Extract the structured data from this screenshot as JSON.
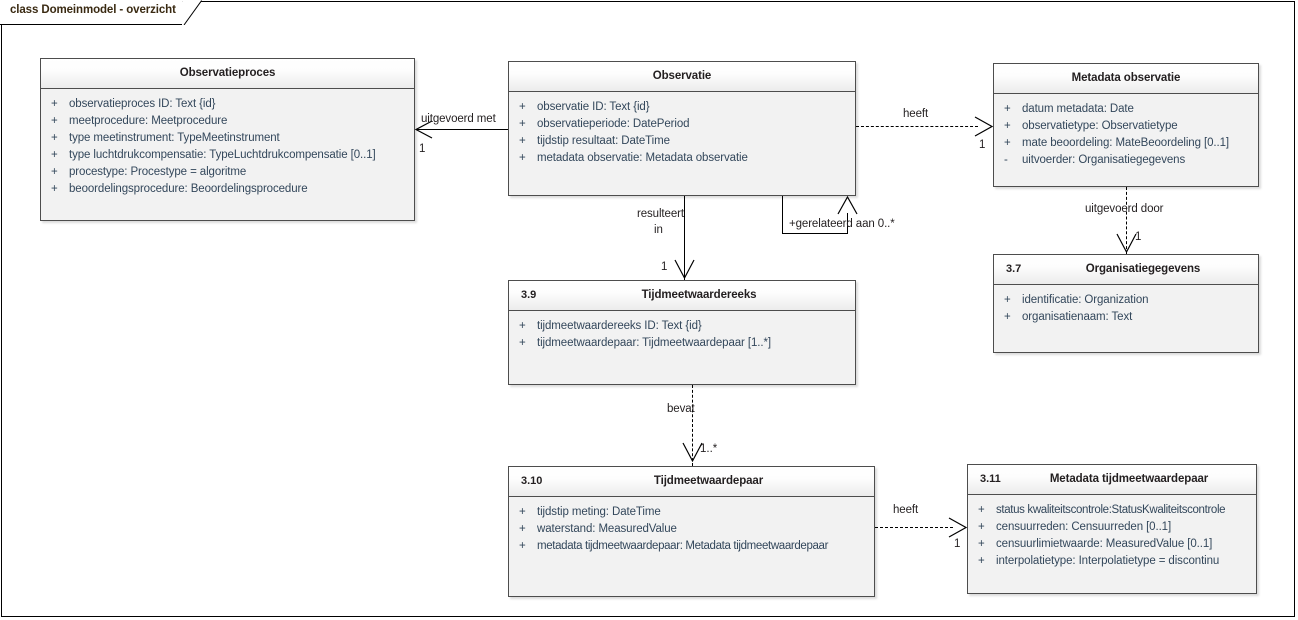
{
  "diagram": {
    "frame_label": "class Domeinmodel - overzicht",
    "type": "uml-class-diagram",
    "colors": {
      "box_fill": "#f2f2f2",
      "header_gradient_top": "#ffffff",
      "header_gradient_bottom": "#ececec",
      "border": "#4d4d4d",
      "attribute_text": "#33475b",
      "title_text": "#231f20",
      "frame_tab_text": "#3a2a12",
      "connector": "#000000",
      "canvas": "#ffffff"
    }
  },
  "classes": [
    {
      "id": "observatieproces",
      "number": "",
      "title": "Observatieproces",
      "attributes": [
        {
          "visibility": "+",
          "signature": "observatieproces ID: Text {id}"
        },
        {
          "visibility": "+",
          "signature": "meetprocedure: Meetprocedure"
        },
        {
          "visibility": "+",
          "signature": "type meetinstrument: TypeMeetinstrument"
        },
        {
          "visibility": "+",
          "signature": "type luchtdrukcompensatie: TypeLuchtdrukcompensatie [0..1]"
        },
        {
          "visibility": "+",
          "signature": "procestype: Procestype = algoritme"
        },
        {
          "visibility": "+",
          "signature": "beoordelingsprocedure: Beoordelingsprocedure"
        }
      ]
    },
    {
      "id": "observatie",
      "number": "",
      "title": "Observatie",
      "attributes": [
        {
          "visibility": "+",
          "signature": "observatie ID: Text {id}"
        },
        {
          "visibility": "+",
          "signature": "observatieperiode: DatePeriod"
        },
        {
          "visibility": "+",
          "signature": "tijdstip resultaat: DateTime"
        },
        {
          "visibility": "+",
          "signature": "metadata observatie: Metadata observatie"
        }
      ]
    },
    {
      "id": "metadata-observatie",
      "number": "",
      "title": "Metadata observatie",
      "attributes": [
        {
          "visibility": "+",
          "signature": "datum metadata: Date"
        },
        {
          "visibility": "+",
          "signature": "observatietype: Observatietype"
        },
        {
          "visibility": "+",
          "signature": "mate beoordeling: MateBeoordeling [0..1]"
        },
        {
          "visibility": "-",
          "signature": "uitvoerder: Organisatiegegevens"
        }
      ]
    },
    {
      "id": "organisatiegegevens",
      "number": "3.7",
      "title": "Organisatiegegevens",
      "attributes": [
        {
          "visibility": "+",
          "signature": "identificatie: Organization"
        },
        {
          "visibility": "+",
          "signature": "organisatienaam: Text"
        }
      ]
    },
    {
      "id": "tijdmeetwaardereeks",
      "number": "3.9",
      "title": "Tijdmeetwaardereeks",
      "attributes": [
        {
          "visibility": "+",
          "signature": "tijdmeetwaardereeks ID: Text {id}"
        },
        {
          "visibility": "+",
          "signature": "tijdmeetwaardepaar: Tijdmeetwaardepaar [1..*]"
        }
      ]
    },
    {
      "id": "tijdmeetwaardepaar",
      "number": "3.10",
      "title": "Tijdmeetwaardepaar",
      "attributes": [
        {
          "visibility": "+",
          "signature": "tijdstip meting: DateTime"
        },
        {
          "visibility": "+",
          "signature": "waterstand: MeasuredValue"
        },
        {
          "visibility": "+",
          "signature": "metadata tijdmeetwaardepaar: Metadata tijdmeetwaardepaar"
        }
      ]
    },
    {
      "id": "metadata-tijdmeetwaardepaar",
      "number": "3.11",
      "title": "Metadata tijdmeetwaardepaar",
      "attributes": [
        {
          "visibility": "+",
          "signature": "status kwaliteitscontrole:StatusKwaliteitscontrole"
        },
        {
          "visibility": "+",
          "signature": "censuurreden: Censuurreden [0..1]"
        },
        {
          "visibility": "+",
          "signature": "censuurlimietwaarde: MeasuredValue [0..1]"
        },
        {
          "visibility": "+",
          "signature": "interpolatietype: Interpolatietype = discontinu"
        }
      ]
    }
  ],
  "connectors": [
    {
      "id": "uitgevoerd-met",
      "label": "uitgevoerd met",
      "from": "observatie",
      "to": "observatieproces",
      "style": "solid",
      "arrow": "open",
      "multiplicity": "1"
    },
    {
      "id": "heeft-metadata-observatie",
      "label": "heeft",
      "from": "observatie",
      "to": "metadata-observatie",
      "style": "dashed",
      "arrow": "open",
      "multiplicity": "1"
    },
    {
      "id": "gerelateerd-aan",
      "label": "+gerelateerd aan 0..*",
      "from": "observatie",
      "to": "observatie",
      "style": "solid",
      "arrow": "open",
      "multiplicity": ""
    },
    {
      "id": "resulteert-in",
      "label_line1": "resulteert",
      "label_line2": "in",
      "from": "observatie",
      "to": "tijdmeetwaardereeks",
      "style": "solid",
      "arrow": "open",
      "multiplicity": "1"
    },
    {
      "id": "uitgevoerd-door",
      "label": "uitgevoerd door",
      "from": "metadata-observatie",
      "to": "organisatiegegevens",
      "style": "dashed",
      "arrow": "open",
      "multiplicity": "1"
    },
    {
      "id": "bevat",
      "label": "bevat",
      "from": "tijdmeetwaardereeks",
      "to": "tijdmeetwaardepaar",
      "style": "dashed",
      "arrow": "open",
      "multiplicity": "1..*"
    },
    {
      "id": "heeft-metadata-tijdmeetwaardepaar",
      "label": "heeft",
      "from": "tijdmeetwaardepaar",
      "to": "metadata-tijdmeetwaardepaar",
      "style": "dashed",
      "arrow": "open",
      "multiplicity": "1"
    }
  ]
}
